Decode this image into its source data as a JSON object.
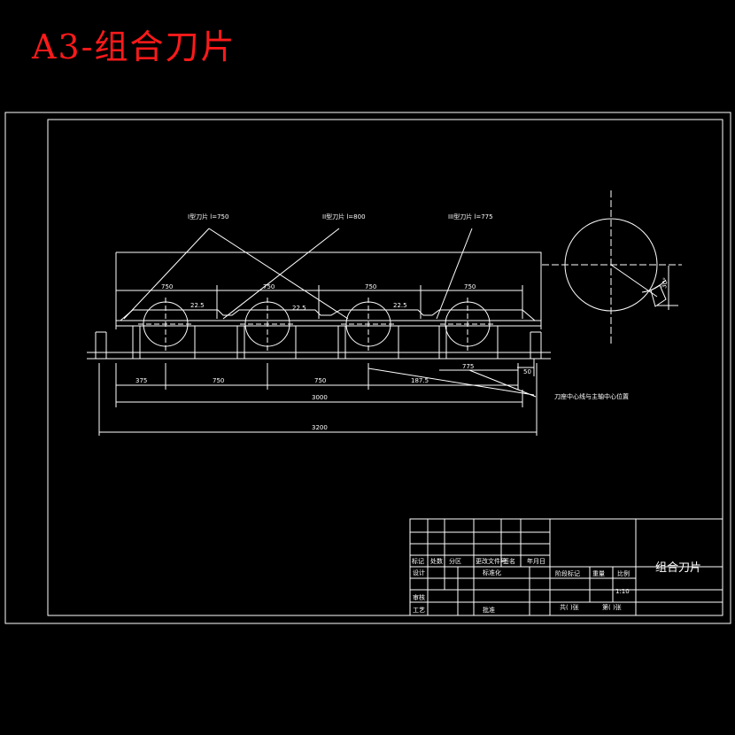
{
  "page_title": "A3-组合刀片",
  "labels": {
    "blade_1": "I型刀片 l=750",
    "blade_2": "II型刀片 l=800",
    "blade_3": "III型刀片 l=775",
    "note": "刀座中心线与主轴中心位置"
  },
  "dimensions": {
    "top_750_a": "750",
    "top_750_b": "750",
    "top_750_c": "750",
    "top_750_d": "750",
    "r_a": "22.5",
    "r_b": "22.5",
    "r_c": "22.5",
    "side_50": "50",
    "side_775": "775",
    "bottom_375": "375",
    "bottom_750_a": "750",
    "bottom_750_b": "750",
    "bottom_187": "187.5",
    "overall_3000": "3000",
    "overall_3200": "3200",
    "angle": "30°"
  },
  "title_block": {
    "drawing_name": "组合刀片",
    "h_mark": "标记",
    "h_count": "处数",
    "h_zone": "分区",
    "h_doc": "更改文件号",
    "h_sign": "签名",
    "h_date": "年月日",
    "design": "设计",
    "standard": "标准化",
    "stage_mark": "阶段标记",
    "weight": "重量",
    "scale": "比例",
    "scale_value": "1:10",
    "review": "审核",
    "process": "工艺",
    "approve": "批准",
    "sheets_total": "共(  )张",
    "sheet_no": "第(  )张"
  }
}
